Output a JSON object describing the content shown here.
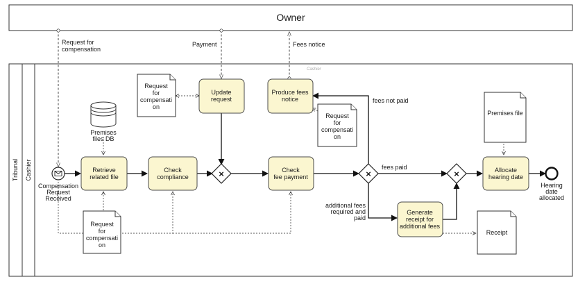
{
  "pool_owner": "Owner",
  "pool_tribunal": "Tribunal",
  "lane_cashier": "Cashier",
  "lane_watermark": "Cashier",
  "tasks": {
    "retrieve": [
      "Retrieve",
      "related file"
    ],
    "check_compliance": [
      "Check",
      "compliance"
    ],
    "check_fee": [
      "Check",
      "fee payment"
    ],
    "update_request": [
      "Update",
      "request"
    ],
    "produce_notice": [
      "Produce fees",
      "notice"
    ],
    "generate_receipt": [
      "Generate",
      "receipt for",
      "additional fees"
    ],
    "allocate": [
      "Allocate",
      "hearing date"
    ]
  },
  "docs": {
    "request_left": [
      "Request",
      "for",
      "compensati",
      "on"
    ],
    "request_right": [
      "Request",
      "for",
      "compensati",
      "on"
    ],
    "request_bottom": [
      "Request",
      "for",
      "compensati",
      "on"
    ],
    "premises_file": [
      "Premises file"
    ],
    "receipt": [
      "Receipt"
    ]
  },
  "datastore": [
    "Premises",
    "files DB"
  ],
  "start_event": [
    "Compensation",
    "Request",
    "Received"
  ],
  "end_event": [
    "Hearing",
    "date",
    "allocated"
  ],
  "message_labels": {
    "request": [
      "Request for",
      "compensation"
    ],
    "payment": [
      "Payment"
    ],
    "fees_notice": [
      "Fees notice"
    ]
  },
  "flow_labels": {
    "fees_not_paid": [
      "fees not paid"
    ],
    "fees_paid": [
      "fees paid"
    ],
    "additional": [
      "additional fees",
      "required and",
      "paid"
    ]
  },
  "colors": {
    "task_fill": "#fbf6d0",
    "line": "#333333"
  }
}
